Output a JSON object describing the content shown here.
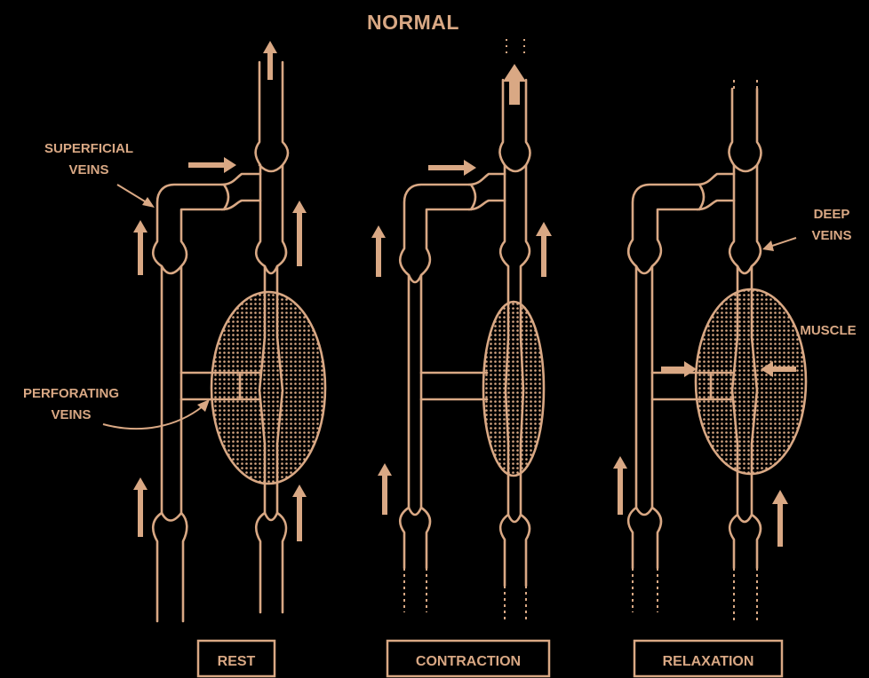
{
  "title": "NORMAL",
  "labels": {
    "superficial_veins": [
      "SUPERFICIAL",
      "VEINS"
    ],
    "perforating_veins": [
      "PERFORATING",
      "VEINS"
    ],
    "deep_veins": [
      "DEEP",
      "VEINS"
    ],
    "muscle": "MUSCLE"
  },
  "phases": [
    {
      "label": "REST"
    },
    {
      "label": "CONTRACTION"
    },
    {
      "label": "RELAXATION"
    }
  ],
  "colors": {
    "background": "#000000",
    "line": "#d9a884"
  }
}
